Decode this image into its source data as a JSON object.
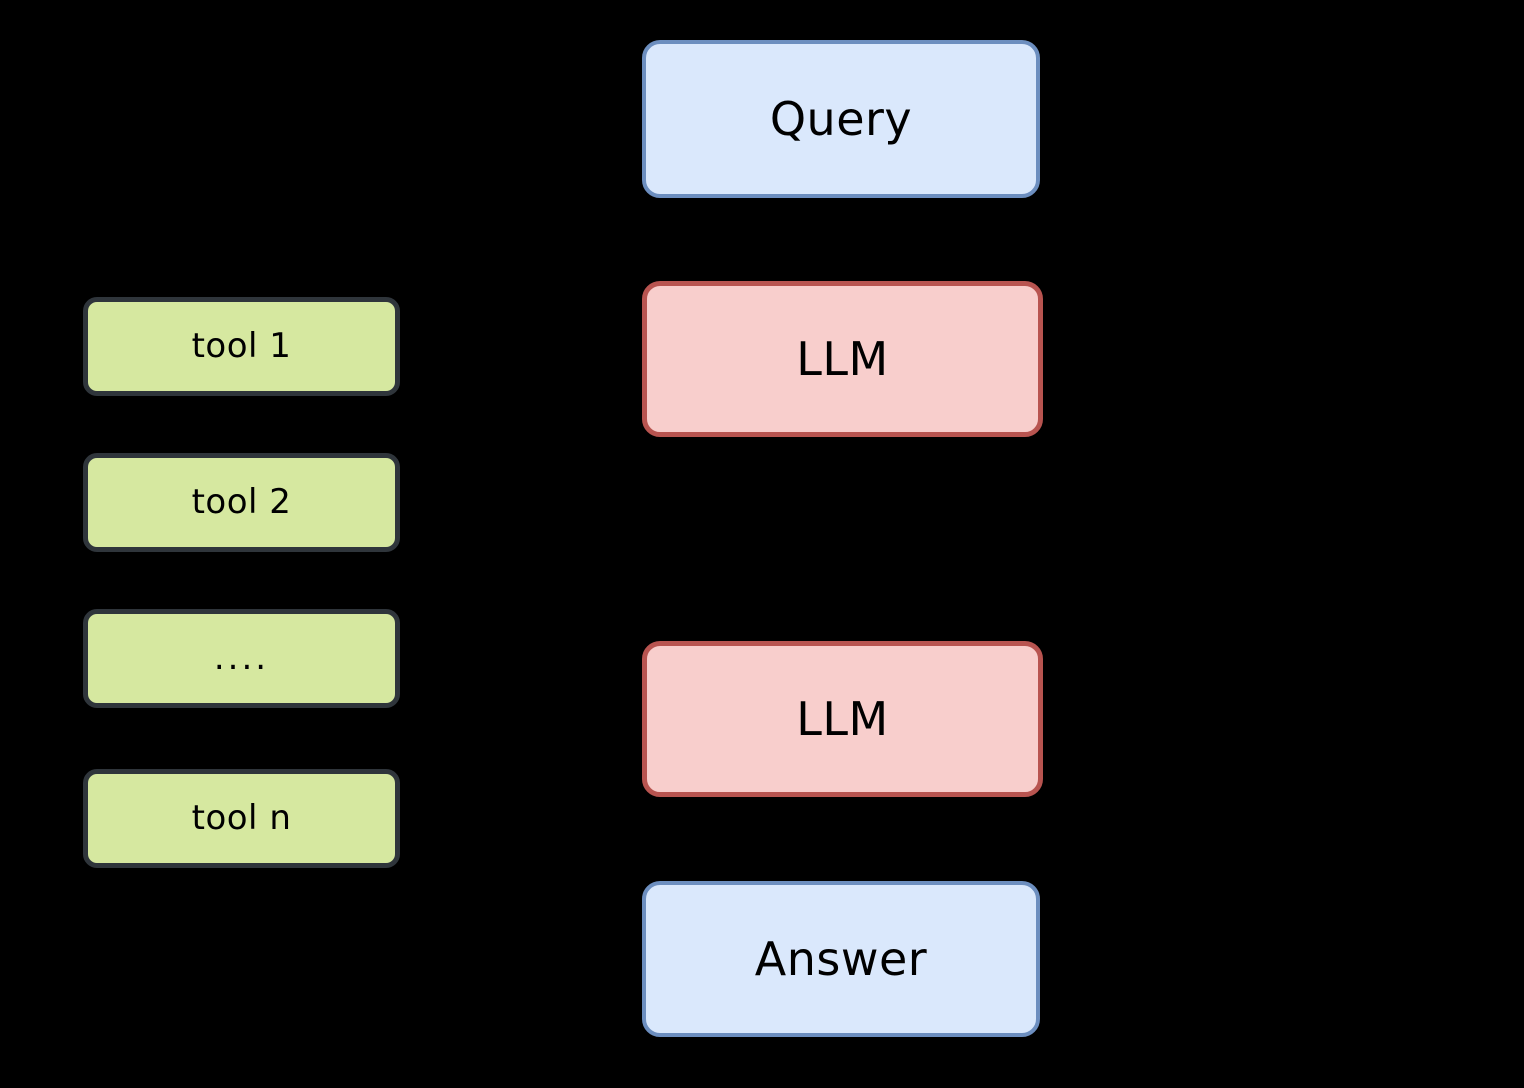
{
  "diagram": {
    "title": "LLM agent with tools flow diagram",
    "background_color": "#000000",
    "palette": {
      "io_fill": "#dae8fc",
      "io_border": "#6c8ebf",
      "model_fill": "#f8cecc",
      "model_border": "#b85450",
      "tool_fill": "#d6e8a0",
      "tool_border": "#2f353b",
      "text_color": "#000000"
    },
    "flow_column": {
      "nodes": [
        {
          "id": "query",
          "label": "Query",
          "kind": "io"
        },
        {
          "id": "llm_1",
          "label": "LLM",
          "kind": "model"
        },
        {
          "id": "llm_2",
          "label": "LLM",
          "kind": "model"
        },
        {
          "id": "answer",
          "label": "Answer",
          "kind": "io"
        }
      ]
    },
    "tools_column": {
      "nodes": [
        {
          "id": "tool_1",
          "label": "tool 1",
          "kind": "tool"
        },
        {
          "id": "tool_2",
          "label": "tool 2",
          "kind": "tool"
        },
        {
          "id": "tool_3",
          "label": "....",
          "kind": "tool"
        },
        {
          "id": "tool_4",
          "label": "tool n",
          "kind": "tool"
        }
      ]
    }
  }
}
